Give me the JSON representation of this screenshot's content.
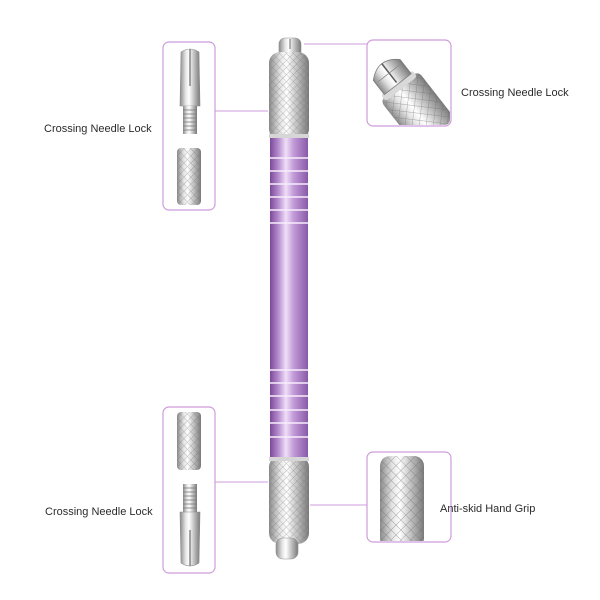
{
  "callouts": {
    "top_left": {
      "label": "Crossing Needle Lock"
    },
    "top_right": {
      "label": "Crossing Needle Lock"
    },
    "bottom_left": {
      "label": "Crossing Needle Lock"
    },
    "bottom_right": {
      "label": "Anti-skid Hand Grip"
    }
  },
  "colors": {
    "accent": "#cf9bdc",
    "label": "#2b2b2b",
    "barrel": "#a97bc4",
    "metal": "#c9c9c9"
  }
}
